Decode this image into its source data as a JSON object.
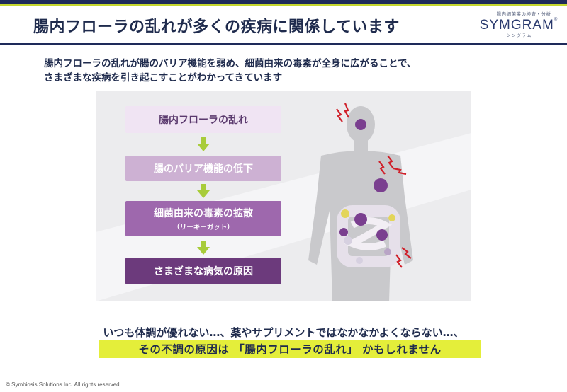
{
  "header": {
    "title": "腸内フローラの乱れが多くの疾病に関係しています",
    "logo_tagline": "腸内細菌叢の検査・分析",
    "logo_wordmark": "SYMGRAM",
    "logo_registered": "®",
    "logo_kana": "シ ン グ ラ ム"
  },
  "lead": {
    "line1": "腸内フローラの乱れが腸のバリア機能を弱め、細菌由来の毒素が全身に広がることで、",
    "line2": "さまざまな疾病を引き起こすことがわかってきています"
  },
  "flow": {
    "step1": "腸内フローラの乱れ",
    "step2": "腸のバリア機能の低下",
    "step3": "細菌由来の毒素の拡散",
    "step3_sub": "（リーキーガット）",
    "step4": "さまざまな病気の原因"
  },
  "footer_message": {
    "question": "いつも体調が優れない…、薬やサプリメントではなかなかよくならない…、",
    "highlight": "その不調の原因は 「腸内フローラの乱れ」 かもしれません"
  },
  "copyright": "© Symbiosis Solutions Inc. All rights reserved.",
  "colors": {
    "navy": "#1e2a5a",
    "lime": "#c4d62e",
    "highlight": "#e4ee3a",
    "arrow_green": "#a8cc3a",
    "germ_purple": "#7a3f8f",
    "lightning_red": "#d0202a"
  },
  "icons": [
    "lightning-icon",
    "germ-icon",
    "human-body-silhouette",
    "intestine-illustration",
    "down-arrow-icon"
  ]
}
